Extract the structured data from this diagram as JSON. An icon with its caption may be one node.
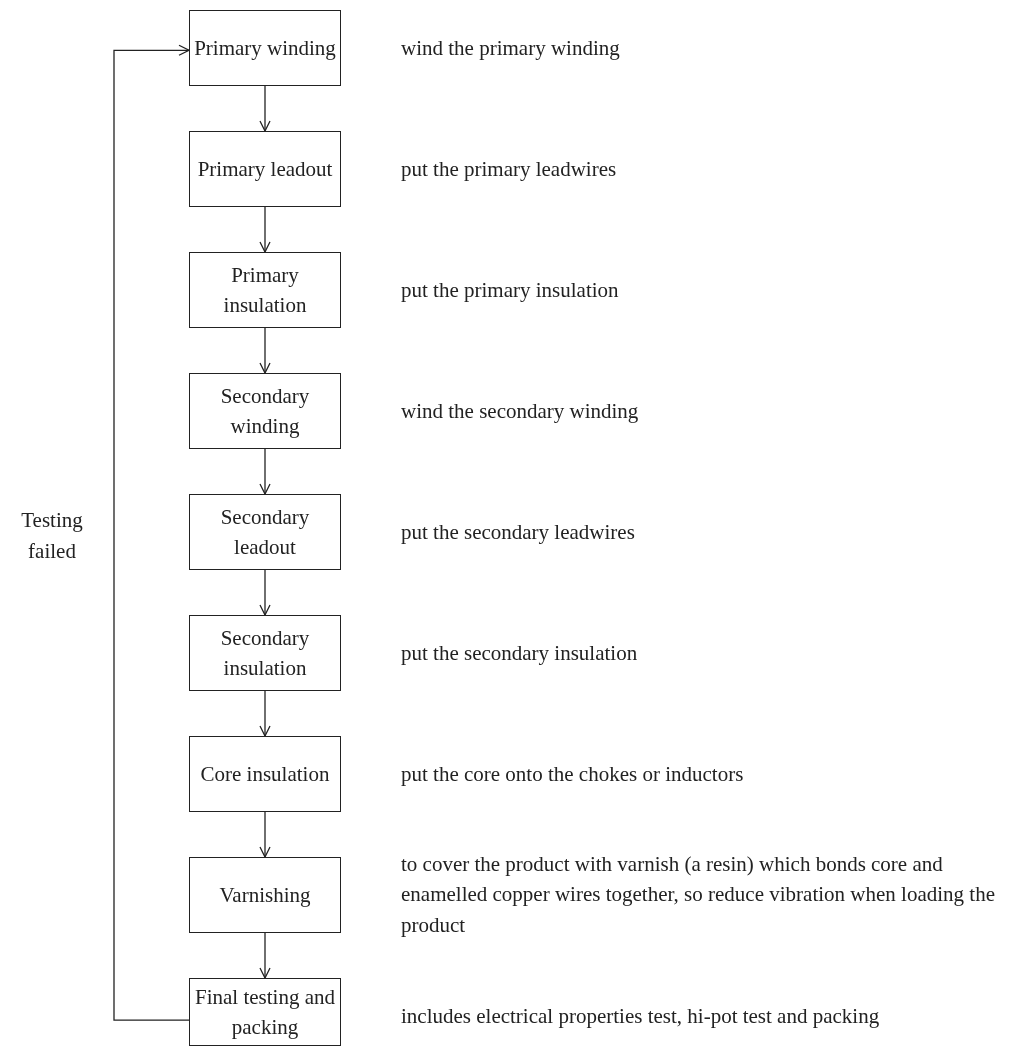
{
  "diagram": {
    "nodes": [
      {
        "text": [
          "Primary winding"
        ],
        "beside": [
          "wind the primary winding"
        ]
      },
      {
        "text": [
          "Primary leadout"
        ],
        "beside": [
          "put the primary leadwires"
        ]
      },
      {
        "text": [
          "Primary insulation"
        ],
        "beside": [
          "put the primary insulation"
        ]
      },
      {
        "text": [
          "Secondary winding"
        ],
        "beside": [
          "wind the secondary winding"
        ]
      },
      {
        "text": [
          "Secondary leadout"
        ],
        "beside": [
          "put the secondary leadwires"
        ]
      },
      {
        "text": [
          "Secondary insulation"
        ],
        "beside": [
          "put the secondary insulation"
        ]
      },
      {
        "text": [
          "Core insulation"
        ],
        "beside": [
          "put the core onto the chokes or inductors"
        ]
      },
      {
        "text": [
          "Varnishing"
        ],
        "beside": [
          "to cover the product with varnish (a resin) which bonds core and enamelled copper wires together, so reduce vibration when loading the product"
        ]
      },
      {
        "text": [
          "Final testing and packing"
        ],
        "beside": [
          "includes electrical properties test, hi-pot test and packing"
        ]
      }
    ],
    "edges": [
      {
        "from": 0,
        "to": 1,
        "arrow": "to"
      },
      {
        "from": 1,
        "to": 2,
        "arrow": "to"
      },
      {
        "from": 2,
        "to": 3,
        "arrow": "to"
      },
      {
        "from": 3,
        "to": 4,
        "arrow": "to"
      },
      {
        "from": 4,
        "to": 5,
        "arrow": "to"
      },
      {
        "from": 5,
        "to": 6,
        "arrow": "to"
      },
      {
        "from": 6,
        "to": 7,
        "arrow": "to"
      },
      {
        "from": 7,
        "to": 8,
        "arrow": "to"
      },
      {
        "from": 8,
        "to": 0,
        "arrow": "to",
        "label": "Testing failed"
      }
    ]
  }
}
